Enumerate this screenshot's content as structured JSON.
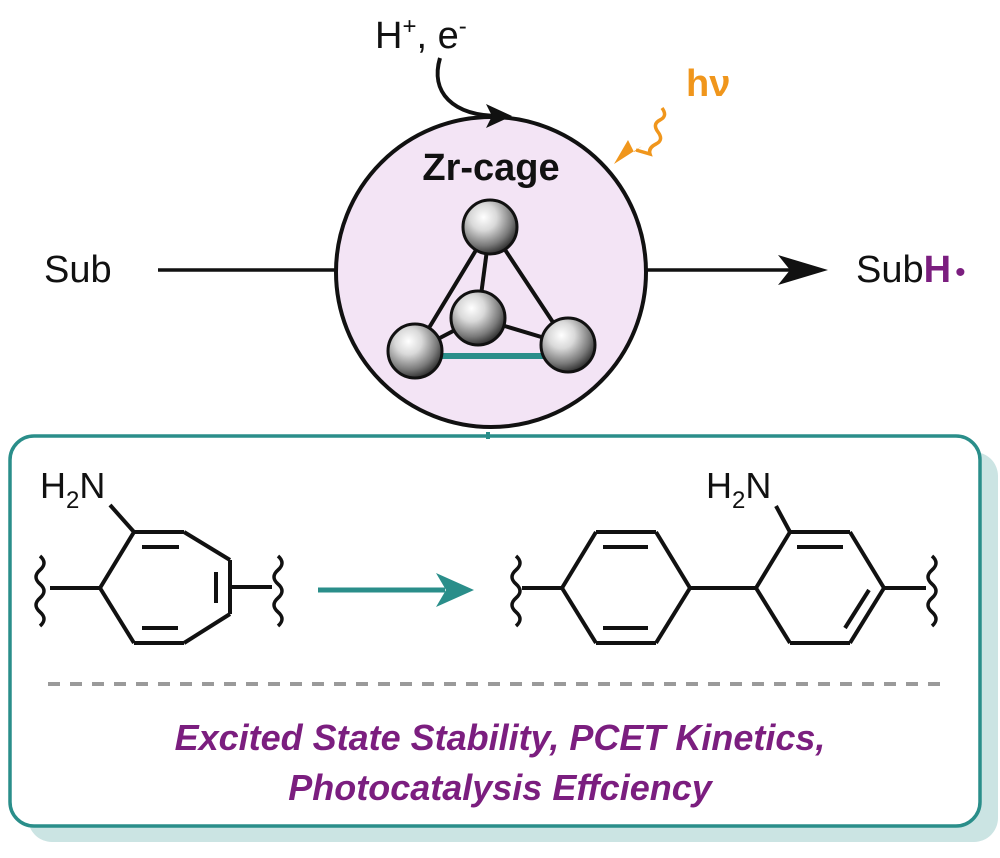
{
  "reagents": {
    "proton": "H",
    "proton_charge": "+",
    "electron": ", e",
    "electron_charge": "-"
  },
  "light": {
    "label": "hν"
  },
  "cage": {
    "label": "Zr-cage"
  },
  "substrate": {
    "label": "Sub"
  },
  "product": {
    "prefix": "Sub",
    "highlight": "H",
    "radical": "•"
  },
  "linkers": {
    "left": {
      "amine_h": "H",
      "amine_sub": "2",
      "amine_n": "N"
    },
    "right": {
      "amine_h": "H",
      "amine_sub": "2",
      "amine_n": "N"
    }
  },
  "footer": {
    "line1": "Excited State Stability, PCET Kinetics,",
    "line2": "Photocatalysis Effciency"
  },
  "colors": {
    "cage_fill": "#f3e4f5",
    "teal": "#2a8e8a",
    "teal_shadow": "#cbe4e3",
    "purple": "#7b1e7f",
    "orange": "#f0961c",
    "gray_dash": "#9a9a9a"
  }
}
